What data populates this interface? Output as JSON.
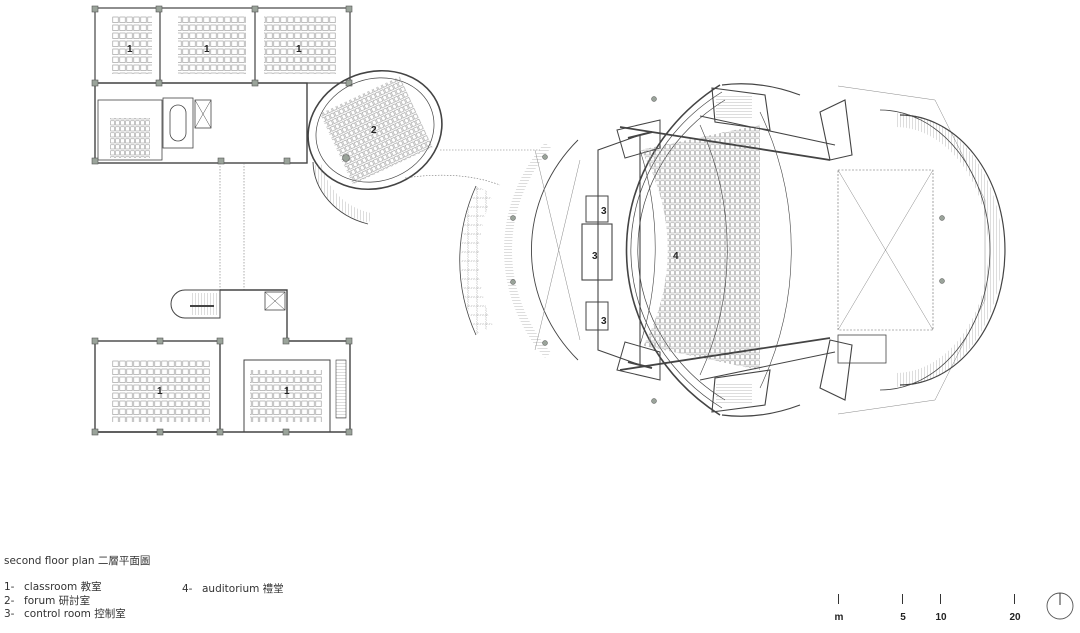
{
  "caption": {
    "title": "second floor plan 二層平面圖"
  },
  "legend": {
    "items": [
      {
        "num": "1-",
        "label": "classroom 教室"
      },
      {
        "num": "2-",
        "label": "forum 研討室"
      },
      {
        "num": "3-",
        "label": "control room 控制室"
      },
      {
        "num": "4-",
        "label": "auditorium 禮堂"
      }
    ]
  },
  "scale_bar": {
    "unit": "m",
    "ticks": [
      "m",
      "5",
      "10",
      "20"
    ]
  },
  "north_arrow": {
    "icon": "north-arrow-icon"
  },
  "rooms": {
    "classroom_a": "1",
    "classroom_b": "1",
    "classroom_c": "1",
    "classroom_d": "1",
    "classroom_e": "1",
    "forum": "2",
    "control_room_upper": "3",
    "control_room_center": "3",
    "control_room_lower": "3",
    "auditorium": "4"
  },
  "colors": {
    "line": "#555555",
    "wall": "#444444",
    "column": "#9aa39a",
    "background": "#ffffff"
  }
}
